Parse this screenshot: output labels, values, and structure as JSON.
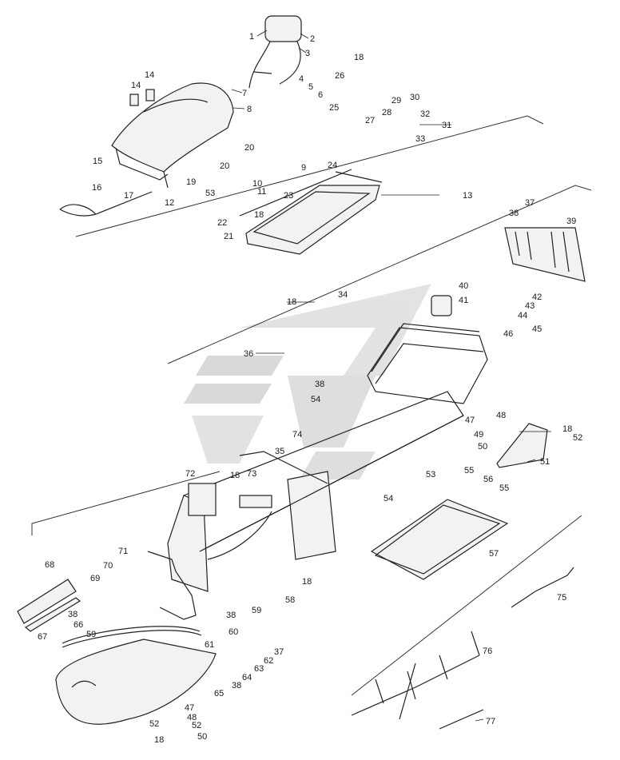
{
  "labels": [
    "1",
    "2",
    "3",
    "4",
    "5",
    "6",
    "7",
    "8",
    "9",
    "10",
    "11",
    "12",
    "13",
    "14",
    "14",
    "15",
    "16",
    "17",
    "18",
    "18",
    "18",
    "18",
    "18",
    "18",
    "18",
    "19",
    "20",
    "20",
    "21",
    "22",
    "23",
    "24",
    "25",
    "26",
    "27",
    "28",
    "29",
    "30",
    "31",
    "32",
    "33",
    "34",
    "35",
    "36",
    "37",
    "37",
    "38",
    "38",
    "38",
    "38",
    "38",
    "39",
    "40",
    "41",
    "42",
    "43",
    "44",
    "45",
    "46",
    "47",
    "47",
    "48",
    "48",
    "49",
    "50",
    "50",
    "51",
    "52",
    "52",
    "52",
    "53",
    "53",
    "54",
    "54",
    "55",
    "55",
    "56",
    "57",
    "58",
    "59",
    "59",
    "60",
    "61",
    "62",
    "63",
    "64",
    "65",
    "66",
    "67",
    "68",
    "69",
    "70",
    "71",
    "72",
    "73",
    "74",
    "75",
    "76",
    "77"
  ]
}
